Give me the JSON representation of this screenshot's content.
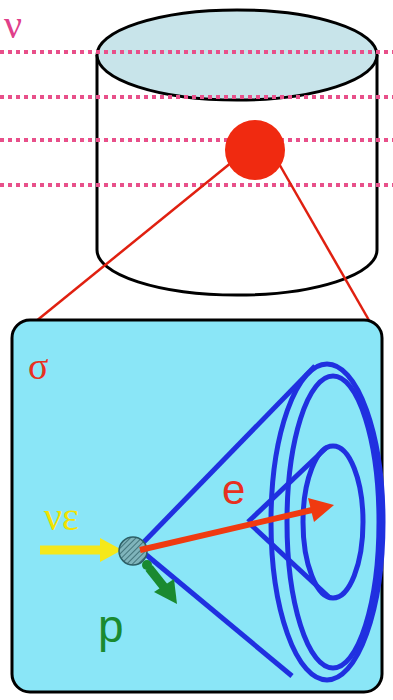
{
  "diagram": {
    "labels": [
      "ν",
      "σ",
      "νε",
      "e",
      "p"
    ]
  }
}
